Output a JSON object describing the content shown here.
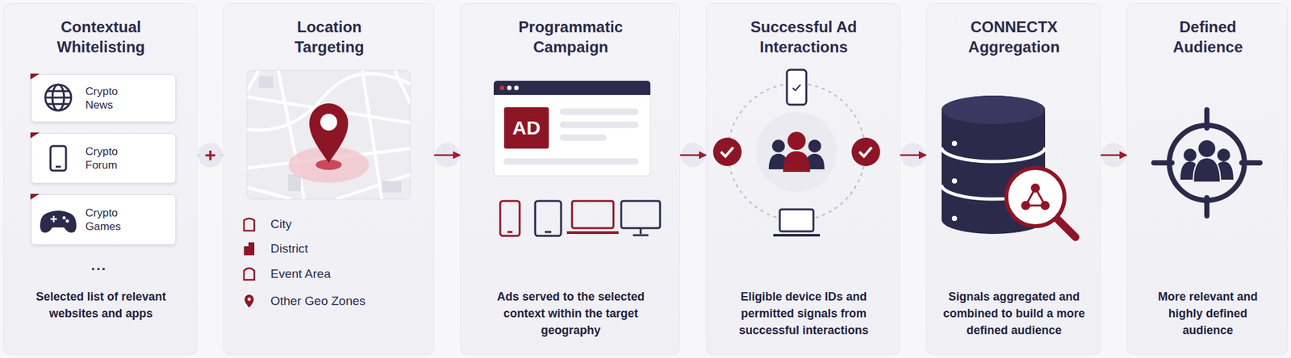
{
  "diagram": {
    "nodes": [
      {
        "text": [
          "Contextual Whitelisting",
          "Selected list of relevant websites and apps"
        ]
      },
      {
        "text": [
          "Crypto News"
        ],
        "in": 0
      },
      {
        "text": [
          "Crypto Forum"
        ],
        "in": 0
      },
      {
        "text": [
          "Crypto Games"
        ],
        "in": 0
      },
      {
        "text": [
          "Location Targeting"
        ]
      },
      {
        "text": [
          "Programmatic Campaign",
          "Ads served to the selected context within the target geography"
        ]
      },
      {
        "text": [
          "AD"
        ],
        "in": 5
      },
      {
        "text": [
          "Successful Ad Interactions",
          "Eligible device IDs and permitted signals from successful interactions"
        ]
      },
      {
        "text": [
          "CONNECTX Aggregation",
          "Signals aggregated and combined to build a more defined audience"
        ]
      },
      {
        "text": [
          "Defined Audience",
          "More relevant and highly defined audience"
        ]
      }
    ],
    "edges": [
      {
        "from": 0,
        "to": 4,
        "label": "+",
        "arrow": "none"
      },
      {
        "from": 4,
        "to": 5,
        "arrow": "to"
      },
      {
        "from": 5,
        "to": 7,
        "arrow": "to"
      },
      {
        "from": 7,
        "to": 8,
        "arrow": "to"
      },
      {
        "from": 8,
        "to": 9,
        "arrow": "to"
      }
    ],
    "labels": [
      "...",
      "City",
      "District",
      "Event Area",
      "Other Geo Zones"
    ]
  }
}
